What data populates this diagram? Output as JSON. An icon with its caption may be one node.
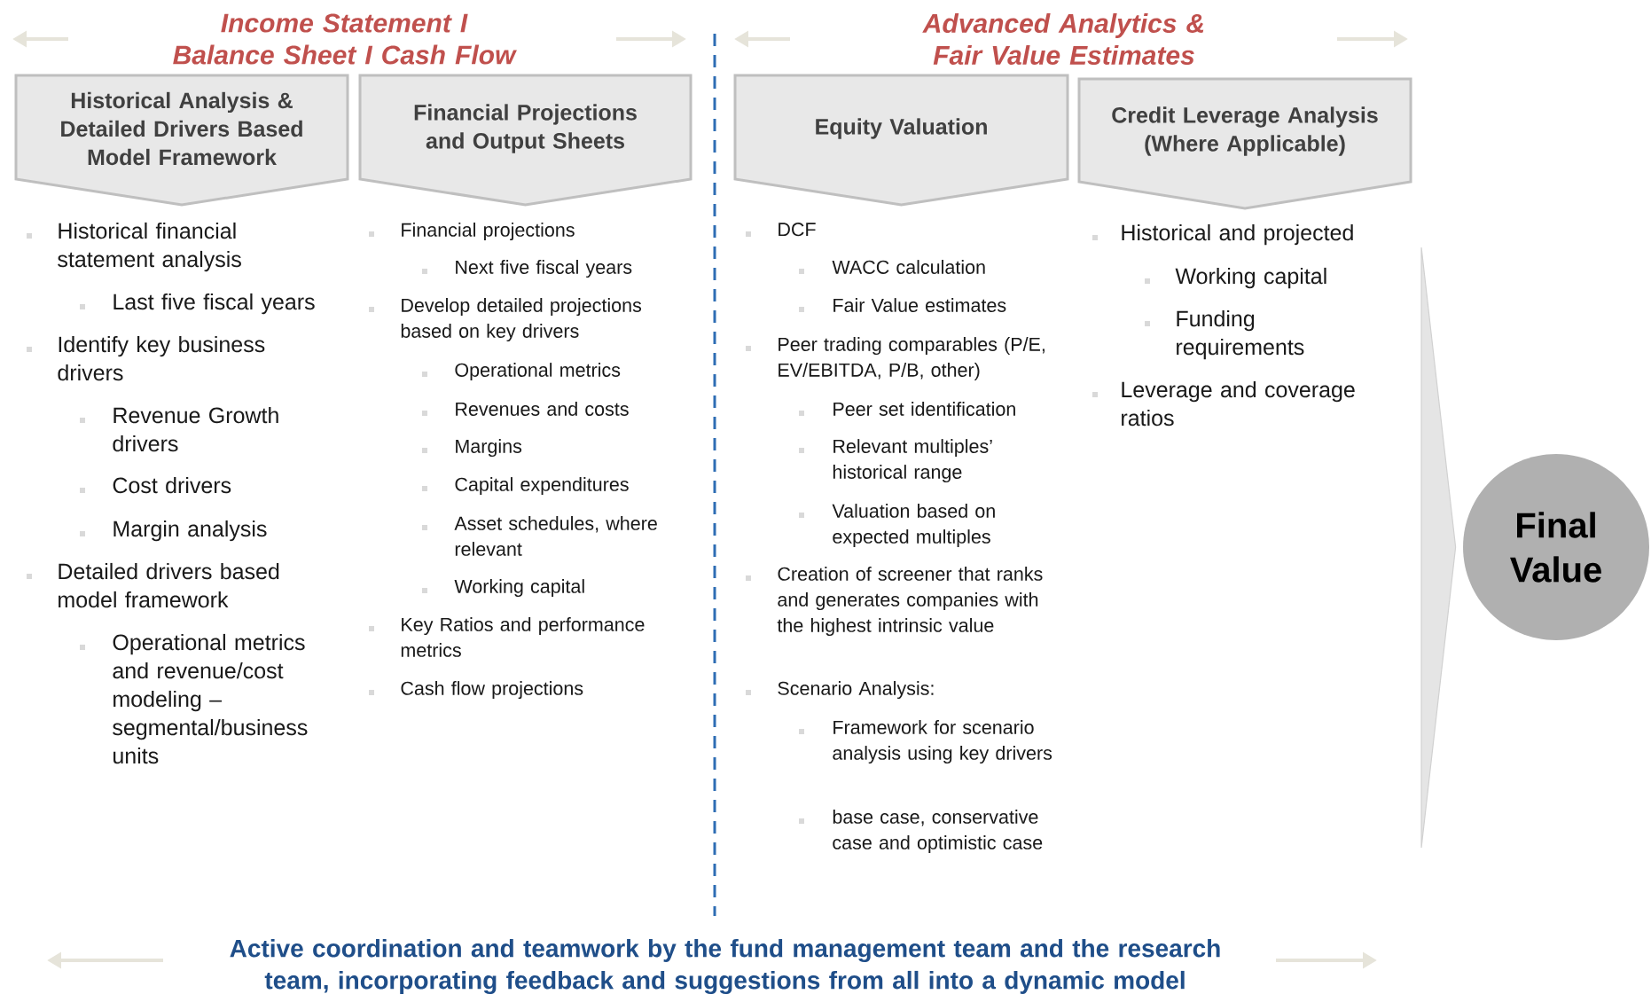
{
  "diagram": {
    "nodes": [
      {
        "text": [
          "Historical Analysis & Detailed Drivers Based Model Framework"
        ],
        "beside": [
          "Historical financial statement analysis",
          "Last five fiscal years",
          "Identify key business drivers",
          "Revenue Growth drivers",
          "Cost drivers",
          "Margin analysis",
          "Detailed drivers based model framework",
          "Operational metrics and revenue/cost modeling – segmental/business units"
        ]
      },
      {
        "text": [
          "Financial Projections and Output Sheets"
        ],
        "beside": [
          "Financial projections",
          "Next five fiscal years",
          "Develop detailed projections based on key drivers",
          "Operational metrics",
          "Revenues and costs",
          "Margins",
          "Capital expenditures",
          "Asset schedules, where relevant",
          "Working capital",
          "Key Ratios and performance metrics",
          "Cash flow projections"
        ]
      },
      {
        "text": [
          "Equity Valuation"
        ],
        "beside": [
          "DCF",
          "WACC calculation",
          "Fair Value estimates",
          "Peer trading comparables (P/E, EV/EBITDA, P/B, other)",
          "Peer set identification",
          "Relevant multiples’ historical range",
          "Valuation based on expected multiples",
          "Creation of screener that ranks and generates companies with the highest intrinsic value",
          "Scenario Analysis:",
          "Framework for scenario analysis using key drivers",
          "base case, conservative case and optimistic case"
        ]
      },
      {
        "text": [
          "Credit Leverage Analysis (Where Applicable)"
        ],
        "beside": [
          "Historical and projected",
          "Working capital",
          "Funding requirements",
          "Leverage and coverage ratios"
        ]
      },
      {
        "text": [
          "Final Value"
        ]
      }
    ],
    "edges": [
      {
        "from": null,
        "to": 4,
        "arrow": "to"
      }
    ],
    "labels": [
      "Income Statement I Balance Sheet I Cash Flow",
      "Advanced Analytics & Fair Value Estimates",
      "Active coordination and teamwork by the fund management team and the research team, incorporating feedback and suggestions from all into a dynamic model"
    ]
  }
}
